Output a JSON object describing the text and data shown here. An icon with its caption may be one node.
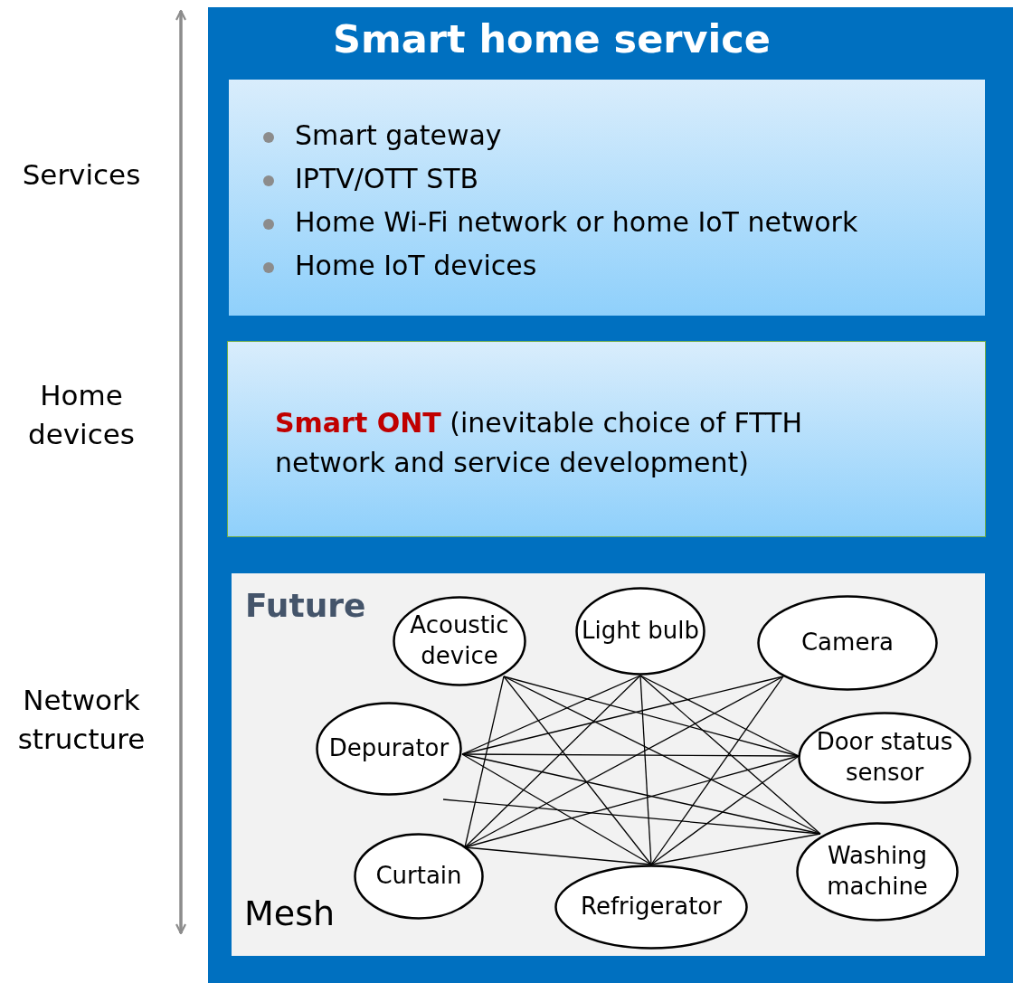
{
  "diagram": {
    "nodes": [
      {
        "text": [
          "Smart home service"
        ]
      },
      {
        "text": [
          "Smart gateway",
          "IPTV/OTT STB",
          "Home Wi-Fi network or home IoT network",
          "Home IoT devices"
        ],
        "in": 0
      },
      {
        "text": [
          "**Smart ONT** (inevitable choice of FTTH network and service development)"
        ],
        "in": 0
      },
      {
        "text": [
          "Future",
          "Mesh"
        ],
        "in": 0
      },
      {
        "text": [
          "Acoustic device"
        ],
        "in": 3
      },
      {
        "text": [
          "Light bulb"
        ],
        "in": 3
      },
      {
        "text": [
          "Camera"
        ],
        "in": 3
      },
      {
        "text": [
          "Depurator"
        ],
        "in": 3
      },
      {
        "text": [
          "Door status sensor"
        ],
        "in": 3
      },
      {
        "text": [
          "Curtain"
        ],
        "in": 3
      },
      {
        "text": [
          "Refrigerator"
        ],
        "in": 3
      },
      {
        "text": [
          "Washing machine"
        ],
        "in": 3
      }
    ],
    "edges": [
      {
        "from": 4,
        "to": 9,
        "arrow": "none"
      },
      {
        "from": 4,
        "to": 10,
        "arrow": "none"
      },
      {
        "from": 4,
        "to": 11,
        "arrow": "none"
      },
      {
        "from": 4,
        "to": 8,
        "arrow": "none"
      },
      {
        "from": 5,
        "to": 7,
        "arrow": "none"
      },
      {
        "from": 5,
        "to": 9,
        "arrow": "none"
      },
      {
        "from": 5,
        "to": 10,
        "arrow": "none"
      },
      {
        "from": 5,
        "to": 11,
        "arrow": "none"
      },
      {
        "from": 5,
        "to": 8,
        "arrow": "none"
      },
      {
        "from": 6,
        "to": 7,
        "arrow": "none"
      },
      {
        "from": 6,
        "to": 9,
        "arrow": "none"
      },
      {
        "from": 6,
        "to": 10,
        "arrow": "none"
      },
      {
        "from": 7,
        "to": 8,
        "arrow": "none"
      },
      {
        "from": 7,
        "to": 10,
        "arrow": "none"
      },
      {
        "from": 7,
        "to": 11,
        "arrow": "none"
      },
      {
        "from": 9,
        "to": 8,
        "arrow": "none"
      },
      {
        "from": 9,
        "to": 10,
        "arrow": "none"
      },
      {
        "from": 10,
        "to": 8,
        "arrow": "none"
      },
      {
        "from": 10,
        "to": 11,
        "arrow": "none"
      },
      {
        "from": null,
        "to": 11,
        "arrow": "none"
      }
    ],
    "labels": [
      "Services",
      "Home devices",
      "Network structure"
    ]
  }
}
